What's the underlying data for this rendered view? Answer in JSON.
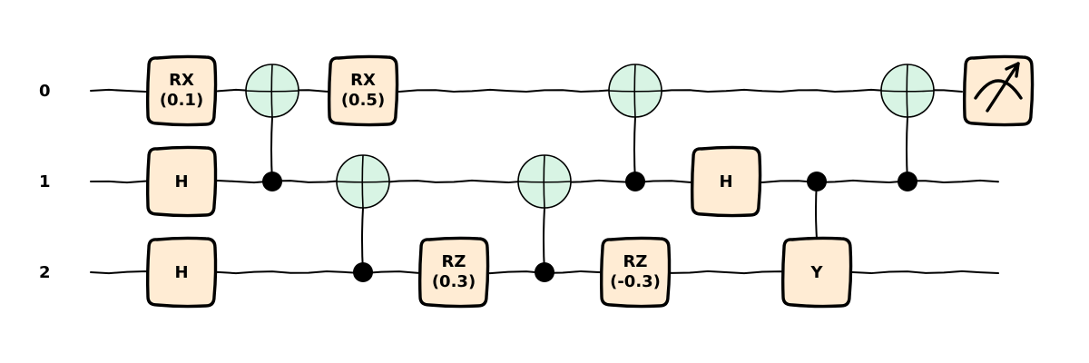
{
  "circuit": {
    "wire_labels": [
      "0",
      "1",
      "2"
    ],
    "colors": {
      "gate_fill": "#ffecd4",
      "target_fill": "#d8f4e4",
      "line": "#000000"
    },
    "operations": [
      {
        "col": 0,
        "type": "gate",
        "wire": 0,
        "label": [
          "RX",
          "(0.1)"
        ]
      },
      {
        "col": 0,
        "type": "gate",
        "wire": 1,
        "label": [
          "H"
        ]
      },
      {
        "col": 0,
        "type": "gate",
        "wire": 2,
        "label": [
          "H"
        ]
      },
      {
        "col": 1,
        "type": "cnot",
        "control": 1,
        "target": 0
      },
      {
        "col": 2,
        "type": "gate",
        "wire": 0,
        "label": [
          "RX",
          "(0.5)"
        ]
      },
      {
        "col": 2,
        "type": "cnot",
        "control": 2,
        "target": 1
      },
      {
        "col": 3,
        "type": "gate",
        "wire": 2,
        "label": [
          "RZ",
          "(0.3)"
        ]
      },
      {
        "col": 4,
        "type": "cnot",
        "control": 2,
        "target": 1
      },
      {
        "col": 5,
        "type": "cnot",
        "control": 1,
        "target": 0
      },
      {
        "col": 5,
        "type": "gate",
        "wire": 2,
        "label": [
          "RZ",
          "(-0.3)"
        ]
      },
      {
        "col": 6,
        "type": "gate",
        "wire": 1,
        "label": [
          "H"
        ]
      },
      {
        "col": 7,
        "type": "controlled-gate",
        "control": 1,
        "wire": 2,
        "label": [
          "Y"
        ]
      },
      {
        "col": 8,
        "type": "cnot",
        "control": 1,
        "target": 0
      },
      {
        "col": 9,
        "type": "measure",
        "wire": 0,
        "icon": "measurement-meter-icon"
      }
    ]
  }
}
